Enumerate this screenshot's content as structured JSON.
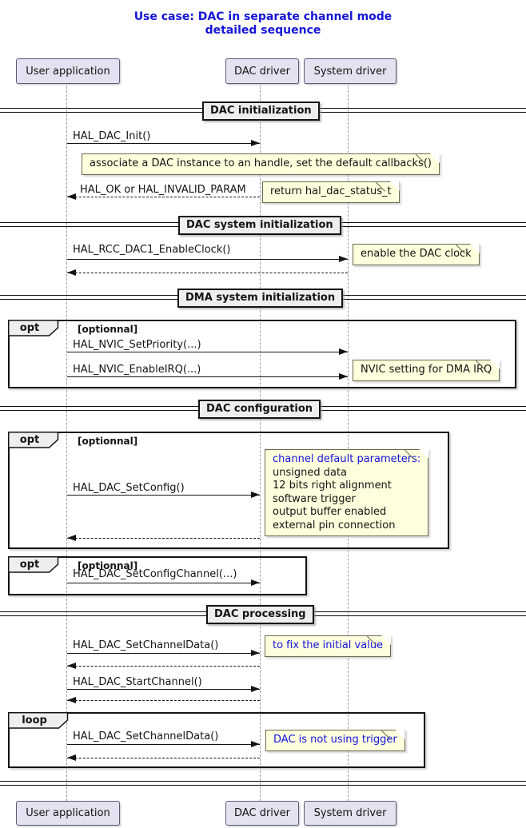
{
  "title": {
    "line1": "Use case: DAC in separate channel mode",
    "line2": "detailed sequence"
  },
  "participants": {
    "user": "User application",
    "dac": "DAC driver",
    "system": "System driver"
  },
  "dividers": {
    "init": "DAC initialization",
    "sys_init": "DAC system initialization",
    "dma_init": "DMA system initialization",
    "config": "DAC configuration",
    "processing": "DAC processing"
  },
  "frames": {
    "opt_label": "opt",
    "loop_label": "loop",
    "guard_optional": "[optionnal]"
  },
  "messages": {
    "dac_init": "HAL_DAC_Init()",
    "dac_init_return": "HAL_OK  or  HAL_INVALID_PARAM",
    "rcc_enable_clock": "HAL_RCC_DAC1_EnableClock()",
    "nvic_set_priority": "HAL_NVIC_SetPriority(...)",
    "nvic_enable_irq": "HAL_NVIC_EnableIRQ(...)",
    "dac_set_config": "HAL_DAC_SetConfig()",
    "dac_set_config_channel": "HAL_DAC_SetConfigChannel(...)",
    "dac_set_channel_data": "HAL_DAC_SetChannelData()",
    "dac_start_channel": "HAL_DAC_StartChannel()",
    "dac_set_channel_data_loop": "HAL_DAC_SetChannelData()"
  },
  "notes": {
    "init": "associate a DAC instance to an handle, set the default callbacks()",
    "init_return": "return hal_dac_status_t",
    "clock": "enable the DAC clock",
    "nvic": "NVIC setting for DMA IRQ",
    "config_header": "channel default parameters:",
    "config_line1": "unsigned data",
    "config_line2": "12 bits right alignment",
    "config_line3": "software trigger",
    "config_line4": "output buffer enabled",
    "config_line5": "external pin connection",
    "initial_value": "to fix the initial value",
    "loop_note": "DAC is not using trigger"
  },
  "colors": {
    "title_text": "#1414D6",
    "blue_note_text": "#1414E0",
    "note_bg": "#FEFFDD",
    "participant_bg": "#E2E2F0",
    "divider_label_bg": "#EEEEEE"
  }
}
